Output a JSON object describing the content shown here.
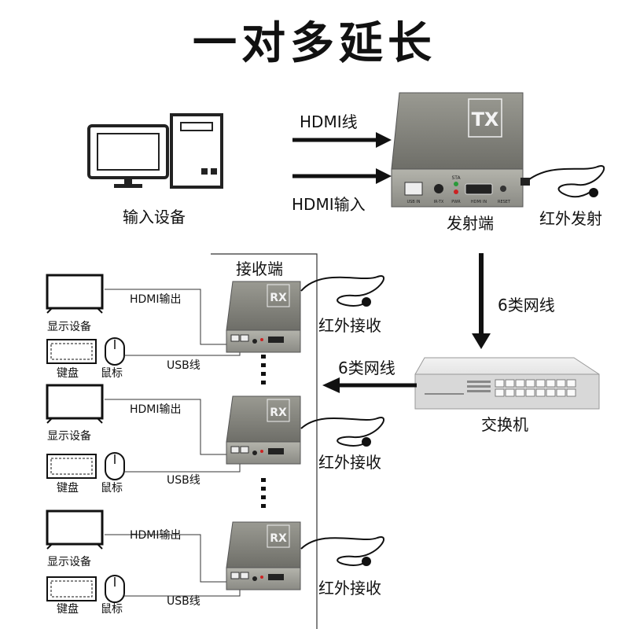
{
  "title": "一对多延长",
  "input_device": {
    "label": "输入设备"
  },
  "transmitter": {
    "label": "发射端",
    "badge": "TX",
    "cable_top": "HDMI线",
    "cable_bottom": "HDMI输入",
    "ir_label": "红外发射",
    "port_labels": [
      "USB IN",
      "IR-TX",
      "PWR",
      "HDMI IN",
      "RESET"
    ],
    "led_label": "STA"
  },
  "network_cable_1": "6类网线",
  "network_cable_2": "6类网线",
  "switch": {
    "label": "交换机"
  },
  "receiver_group": {
    "label": "接收端"
  },
  "receivers": [
    {
      "badge": "RX",
      "display_label": "显示设备",
      "hdmi_label": "HDMI输出",
      "keyboard_label": "键盘",
      "mouse_label": "鼠标",
      "usb_label": "USB线",
      "ir_label": "红外接收"
    },
    {
      "badge": "RX",
      "display_label": "显示设备",
      "hdmi_label": "HDMI输出",
      "keyboard_label": "键盘",
      "mouse_label": "鼠标",
      "usb_label": "USB线",
      "ir_label": "红外接收"
    },
    {
      "badge": "RX",
      "display_label": "显示设备",
      "hdmi_label": "HDMI输出",
      "keyboard_label": "键盘",
      "mouse_label": "鼠标",
      "usb_label": "USB线",
      "ir_label": "红外接收"
    }
  ]
}
